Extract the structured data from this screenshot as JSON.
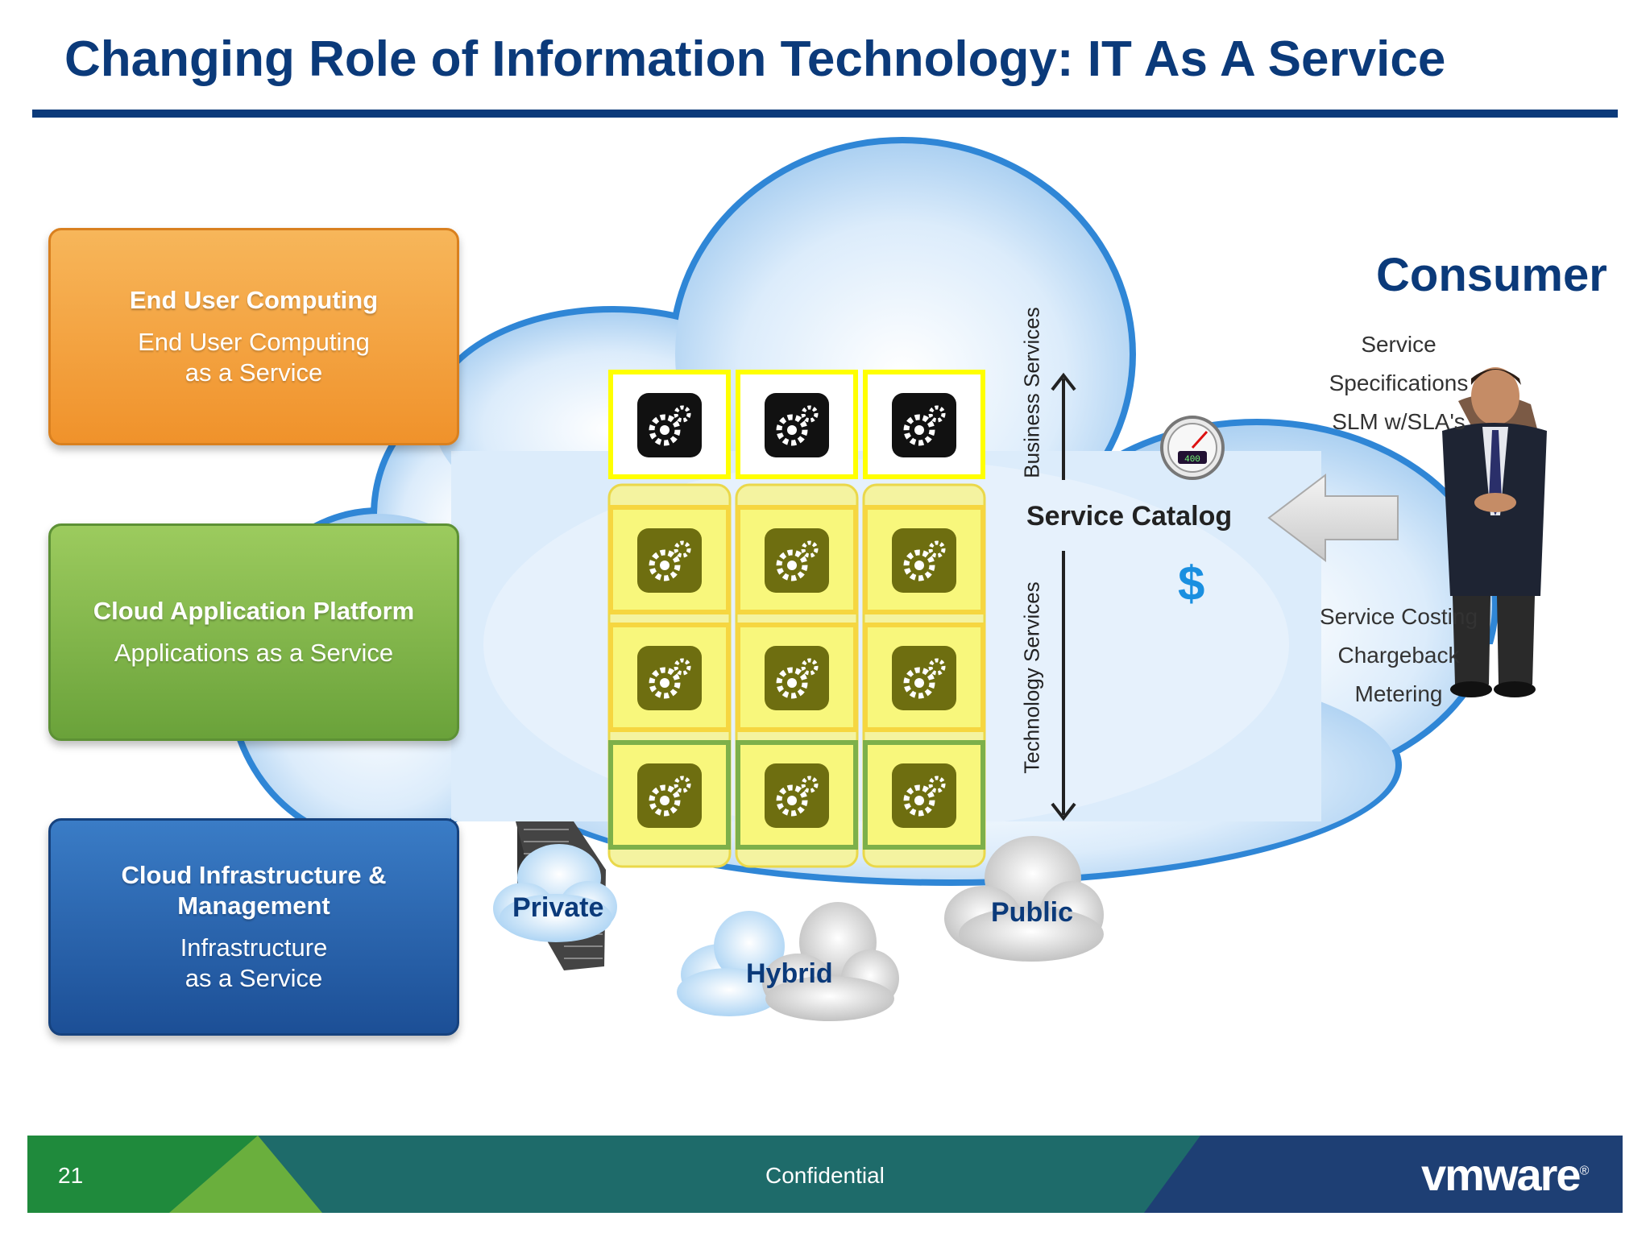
{
  "title": "Changing Role of Information Technology: IT As A Service",
  "boxes": [
    {
      "heading": "End User Computing",
      "sub": "End User Computing\nas a Service"
    },
    {
      "heading": "Cloud Application Platform",
      "sub": "Applications as a Service"
    },
    {
      "heading": "Cloud Infrastructure &\nManagement",
      "sub": "Infrastructure\nas a Service"
    }
  ],
  "axis": {
    "business": "Business   Services",
    "technology": "Technology   Services"
  },
  "service_catalog": "Service Catalog",
  "dollar": "$",
  "gauge_readout": "400",
  "consumer": {
    "heading": "Consumer",
    "top_lines": [
      "Service",
      "Specifications",
      "SLM w/SLA's"
    ],
    "bottom_lines": [
      "Service Costing",
      "Chargeback",
      "Metering"
    ]
  },
  "clouds": {
    "private": "Private",
    "hybrid": "Hybrid",
    "public": "Public"
  },
  "footer": {
    "page_number": "21",
    "confidential": "Confidential",
    "brand": "vmware",
    "brand_mark": "®"
  },
  "colors": {
    "title": "#0b3a7a",
    "cloud_fill": "#cfe6fb",
    "cloud_edge": "#2f86d6",
    "gear_tile_top": "#ffff33",
    "gear_tile_rows": "#f6f59a",
    "footer_teal": "#1e6b6a",
    "footer_green": "#6aaf3d"
  }
}
